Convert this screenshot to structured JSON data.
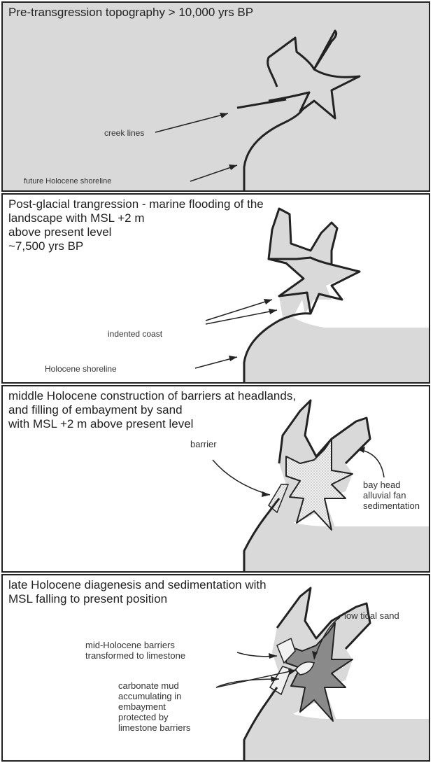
{
  "panels": [
    {
      "title": "Pre-transgression topography > 10,000 yrs BP",
      "labels": {
        "creek_lines": "creek lines",
        "future_shoreline": "future Holocene shoreline"
      }
    },
    {
      "title": "Post-glacial trangression - marine flooding of the\nlandscape with MSL +2 m\nabove present level\n~7,500 yrs BP",
      "labels": {
        "indented_coast": "indented coast",
        "holocene_shoreline": "Holocene shoreline"
      }
    },
    {
      "title": "middle Holocene construction of barriers at headlands,\nand filling of embayment by sand\nwith MSL +2 m above present level",
      "labels": {
        "barrier": "barrier",
        "bay_head": "bay head\nalluvial fan\nsedimentation"
      }
    },
    {
      "title": "late Holocene diagenesis and sedimentation with\nMSL falling to present position",
      "labels": {
        "low_tidal_sand": "low tidal sand",
        "mid_holocene_barriers": "mid-Holocene barriers\ntransformed to limestone",
        "carbonate_mud": "carbonate mud\naccumulating in\nembayment\nprotected by\nlimestone barriers"
      }
    }
  ],
  "colors": {
    "land": "#d9d9d9",
    "sand": "#eeeeee",
    "mud": "#8a8a8a",
    "ink": "#222222"
  }
}
